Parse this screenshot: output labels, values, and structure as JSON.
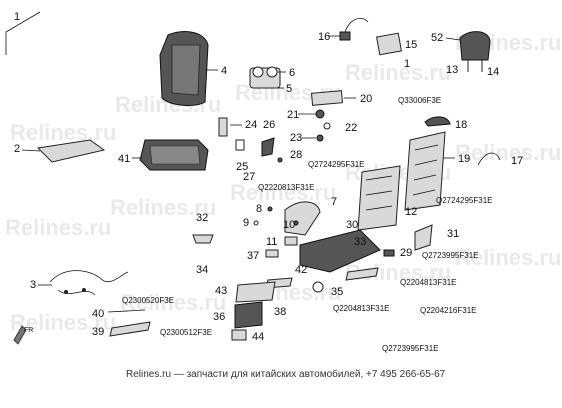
{
  "watermark": "Relines.ru",
  "footer": "Relines.ru — запчасти для китайских автомобилей, +7 495 266-65-67",
  "fr_label": "FR",
  "callouts": [
    "1",
    "2",
    "3",
    "4",
    "5",
    "6",
    "7",
    "8",
    "9",
    "10",
    "11",
    "12",
    "13",
    "14",
    "15",
    "16",
    "17",
    "18",
    "19",
    "20",
    "21",
    "22",
    "23",
    "24",
    "25",
    "26",
    "27",
    "28",
    "29",
    "30",
    "31",
    "32",
    "33",
    "34",
    "35",
    "36",
    "37",
    "38",
    "39",
    "40",
    "41",
    "42",
    "43",
    "44",
    "52"
  ],
  "codes": [
    "Q33006F3E",
    "Q2724295F31E",
    "Q2220813F31E",
    "Q2724295F31E",
    "Q2723995F31E",
    "Q2204813F31E",
    "Q2300520F3E",
    "Q2204813F31E",
    "Q2204216F31E",
    "Q2300512F3E",
    "Q2723995F31E"
  ]
}
